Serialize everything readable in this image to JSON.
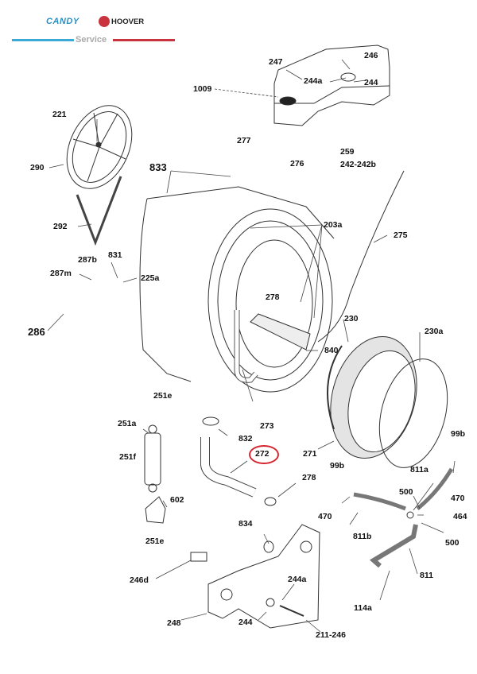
{
  "header": {
    "brand_candy": "CANDY",
    "brand_hoover": "HOOVER",
    "subtitle": "Service",
    "colors": {
      "candy_blue": "#3aa9d6",
      "hoover_red": "#c8333d"
    }
  },
  "highlight": {
    "part": "272",
    "color": "#d62630"
  },
  "labels": [
    {
      "id": "247",
      "text": "247"
    },
    {
      "id": "246",
      "text": "246"
    },
    {
      "id": "244a-top",
      "text": "244a"
    },
    {
      "id": "244-top",
      "text": "244"
    },
    {
      "id": "1009",
      "text": "1009"
    },
    {
      "id": "221",
      "text": "221"
    },
    {
      "id": "290",
      "text": "290"
    },
    {
      "id": "277",
      "text": "277"
    },
    {
      "id": "276",
      "text": "276"
    },
    {
      "id": "259",
      "text": "259"
    },
    {
      "id": "242-242b",
      "text": "242-242b"
    },
    {
      "id": "833",
      "text": "833"
    },
    {
      "id": "292",
      "text": "292"
    },
    {
      "id": "203a",
      "text": "203a"
    },
    {
      "id": "275",
      "text": "275"
    },
    {
      "id": "831",
      "text": "831"
    },
    {
      "id": "287b",
      "text": "287b"
    },
    {
      "id": "287m",
      "text": "287m"
    },
    {
      "id": "225a",
      "text": "225a"
    },
    {
      "id": "278-top",
      "text": "278"
    },
    {
      "id": "286",
      "text": "286"
    },
    {
      "id": "230",
      "text": "230"
    },
    {
      "id": "230a",
      "text": "230a"
    },
    {
      "id": "840",
      "text": "840"
    },
    {
      "id": "251e-top",
      "text": "251e"
    },
    {
      "id": "273",
      "text": "273"
    },
    {
      "id": "251a",
      "text": "251a"
    },
    {
      "id": "832",
      "text": "832"
    },
    {
      "id": "99b-right",
      "text": "99b"
    },
    {
      "id": "272",
      "text": "272"
    },
    {
      "id": "271",
      "text": "271"
    },
    {
      "id": "251f",
      "text": "251f"
    },
    {
      "id": "99b-left",
      "text": "99b"
    },
    {
      "id": "811a",
      "text": "811a"
    },
    {
      "id": "278-bottom",
      "text": "278"
    },
    {
      "id": "500-top",
      "text": "500"
    },
    {
      "id": "470-right",
      "text": "470"
    },
    {
      "id": "602",
      "text": "602"
    },
    {
      "id": "470-left",
      "text": "470"
    },
    {
      "id": "464",
      "text": "464"
    },
    {
      "id": "834",
      "text": "834"
    },
    {
      "id": "811b",
      "text": "811b"
    },
    {
      "id": "500-bottom",
      "text": "500"
    },
    {
      "id": "251e-bottom",
      "text": "251e"
    },
    {
      "id": "811",
      "text": "811"
    },
    {
      "id": "246d",
      "text": "246d"
    },
    {
      "id": "244a-bottom",
      "text": "244a"
    },
    {
      "id": "114a",
      "text": "114a"
    },
    {
      "id": "248",
      "text": "248"
    },
    {
      "id": "244-bottom",
      "text": "244"
    },
    {
      "id": "211-246",
      "text": "211-246"
    }
  ]
}
